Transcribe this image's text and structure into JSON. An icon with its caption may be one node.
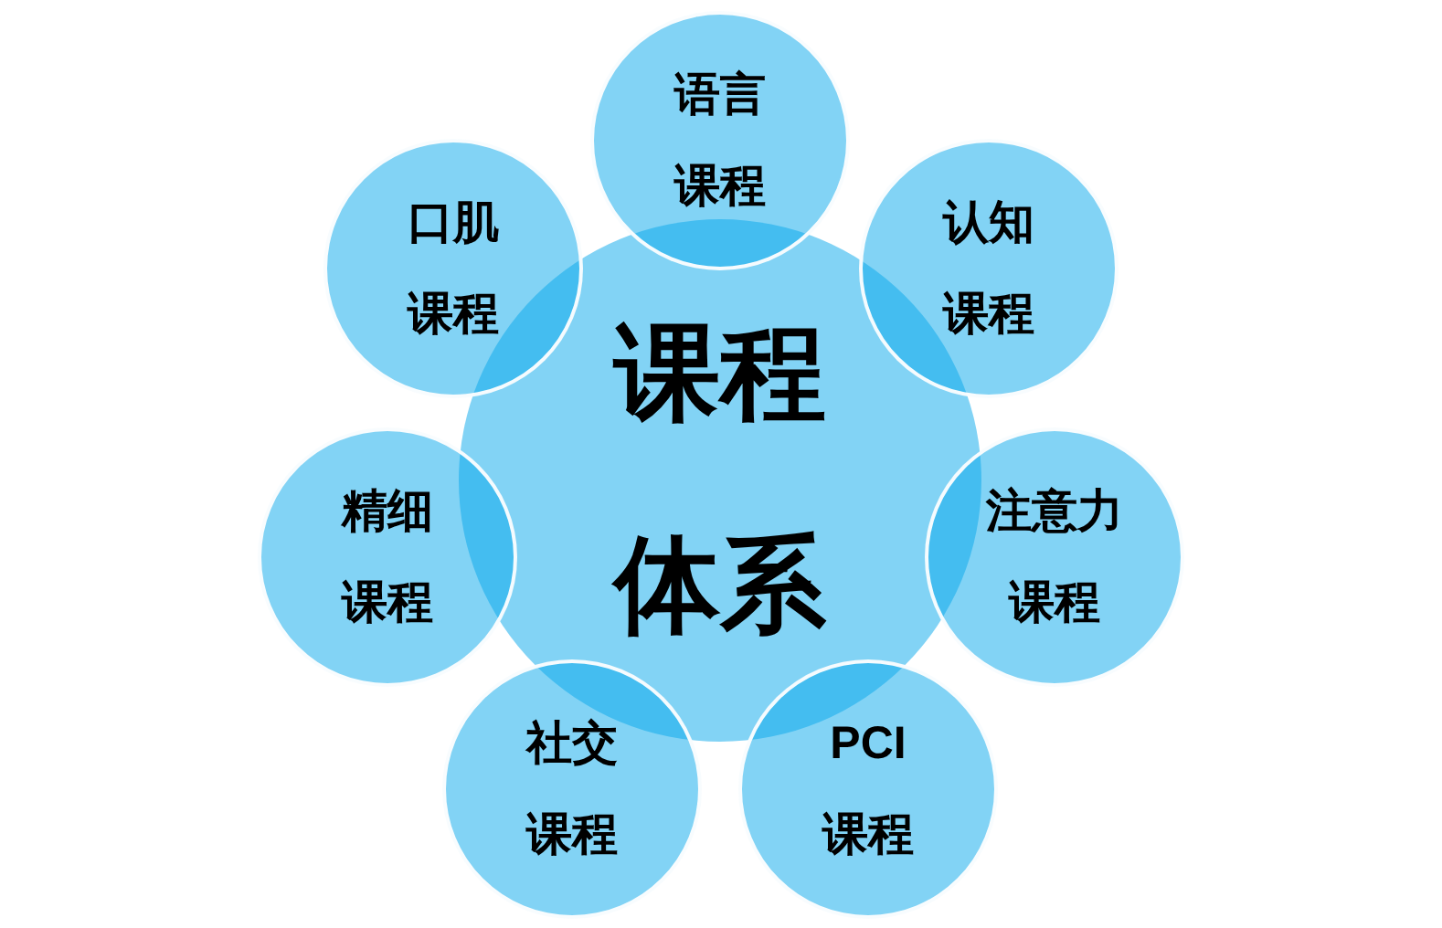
{
  "diagram": {
    "nodes": [
      {
        "text": [
          "课程体系"
        ]
      },
      {
        "text": [
          "语言课程"
        ]
      },
      {
        "text": [
          "认知课程"
        ]
      },
      {
        "text": [
          "注意力课程"
        ]
      },
      {
        "text": [
          "PCI课程"
        ]
      },
      {
        "text": [
          "社交课程"
        ]
      },
      {
        "text": [
          "精细课程"
        ]
      },
      {
        "text": [
          "口肌课程"
        ]
      }
    ]
  }
}
